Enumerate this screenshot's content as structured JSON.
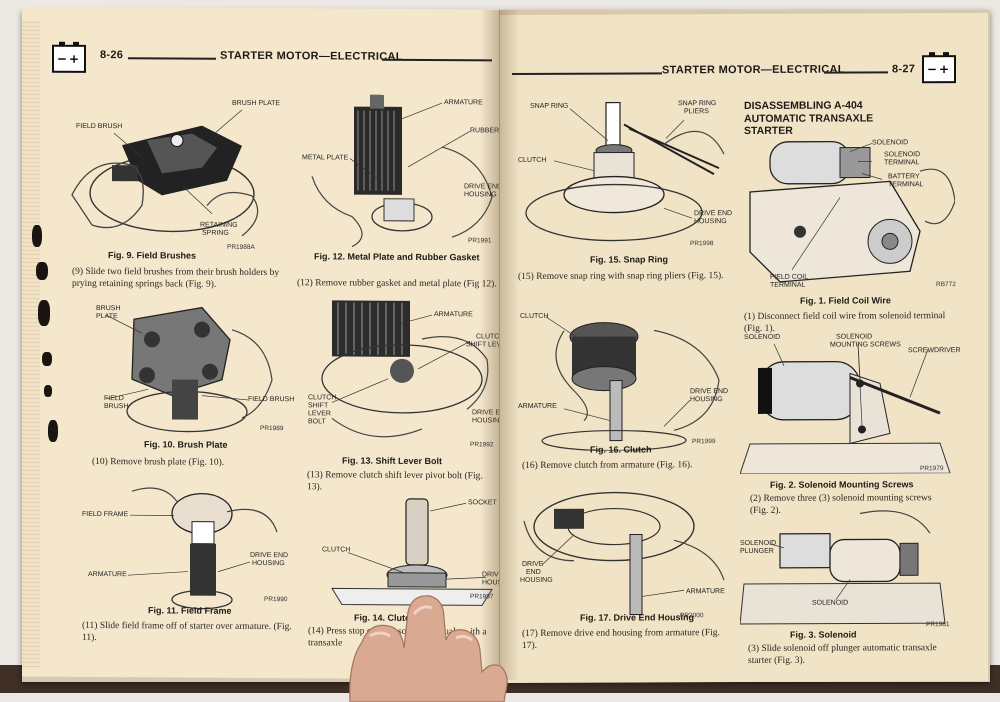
{
  "left_page": {
    "page_number": "8-26",
    "section_title": "STARTER MOTOR—ELECTRICAL",
    "battery_icon": "battery-icon",
    "figures": [
      {
        "id": "fig9",
        "caption": "Fig. 9.   Field Brushes",
        "pr": "PR1988A",
        "callouts": [
          "FIELD BRUSH",
          "BRUSH PLATE",
          "RETAINING",
          "SPRING"
        ],
        "text": "(9) Slide two field brushes from their brush holders by prying retaining springs back (Fig. 9)."
      },
      {
        "id": "fig12",
        "caption": "Fig. 12.   Metal Plate and Rubber Gasket",
        "pr": "PR1991",
        "callouts": [
          "ARMATURE",
          "RUBBER GASKET",
          "METAL PLATE",
          "DRIVE END",
          "HOUSING"
        ],
        "text": "(12) Remove rubber gasket and metal plate (Fig 12)."
      },
      {
        "id": "fig10",
        "caption": "Fig. 10.   Brush Plate",
        "pr": "PR1989",
        "callouts": [
          "BRUSH",
          "PLATE",
          "FIELD",
          "BRUSH",
          "FIELD BRUSH"
        ],
        "text": "(10) Remove brush plate (Fig. 10)."
      },
      {
        "id": "fig13",
        "caption": "Fig. 13.   Shift Lever Bolt",
        "pr": "PR1992",
        "callouts": [
          "ARMATURE",
          "CLUTCH",
          "SHIFT LEVER",
          "CLUTCH",
          "SHIFT",
          "LEVER",
          "BOLT",
          "DRIVE END",
          "HOUSING"
        ],
        "text": "(13) Remove clutch shift lever pivot bolt (Fig. 13)."
      },
      {
        "id": "fig11",
        "caption": "Fig. 11.   Field Frame",
        "pr": "PR1990",
        "callouts": [
          "FIELD FRAME",
          "DRIVE END",
          "HOUSING",
          "ARMATURE"
        ],
        "text": "(11) Slide field frame off of starter over armature. (Fig. 11)."
      },
      {
        "id": "fig14",
        "caption": "Fig. 14.   Clutc",
        "pr": "PR1997",
        "callouts": [
          "SOCKET",
          "CLUTCH",
          "DRIVE END",
          "HOUSING"
        ],
        "text": "(14) Press stop collar o socket (manual transaxle"
      }
    ],
    "text_fragment_right": "ith a"
  },
  "right_page": {
    "page_number": "8-27",
    "section_title": "STARTER MOTOR—ELECTRICAL",
    "battery_icon": "battery-icon",
    "heading": "DISASSEMBLING A-404 AUTOMATIC TRANSAXLE STARTER",
    "figures": [
      {
        "id": "fig15",
        "caption": "Fig. 15.   Snap Ring",
        "pr": "PR1998",
        "callouts": [
          "SNAP RING",
          "SNAP RING",
          "PLIERS",
          "CLUTCH",
          "DRIVE END",
          "HOUSING"
        ],
        "text": "(15) Remove snap ring with snap ring pliers (Fig. 15)."
      },
      {
        "id": "fig1",
        "caption": "Fig. 1.   Field Coil Wire",
        "pr": "RB772",
        "callouts": [
          "SOLENOID",
          "SOLENOID",
          "TERMINAL",
          "BATTERY",
          "TERMINAL",
          "FIELD COIL",
          "TERMINAL"
        ],
        "text": "(1) Disconnect field coil wire from solenoid terminal (Fig. 1)."
      },
      {
        "id": "fig16",
        "caption": "Fig. 16.   Clutch",
        "pr": "PR1999",
        "callouts": [
          "CLUTCH",
          "ARMATURE",
          "DRIVE END",
          "HOUSING"
        ],
        "text": "(16) Remove clutch from armature (Fig. 16)."
      },
      {
        "id": "fig2",
        "caption": "Fig. 2.   Solenoid Mounting Screws",
        "pr": "PR1979",
        "callouts": [
          "SOLENOID",
          "SOLENOID",
          "MOUNTING SCREWS",
          "SCREWDRIVER"
        ],
        "text": "(2) Remove three (3) solenoid mounting screws (Fig. 2)."
      },
      {
        "id": "fig17",
        "caption": "Fig. 17.   Drive End Housing",
        "pr": "PR2000",
        "callouts": [
          "DRIVE",
          "END",
          "HOUSING",
          "ARMATURE"
        ],
        "text": "(17) Remove drive end housing from armature (Fig. 17)."
      },
      {
        "id": "fig3",
        "caption": "Fig. 3.   Solenoid",
        "pr": "PR1981",
        "callouts": [
          "SOLENOID",
          "PLUNGER",
          "SOLENOID"
        ],
        "text": "(3) Slide solenoid off plunger automatic transaxle starter (Fig. 3)."
      }
    ]
  }
}
